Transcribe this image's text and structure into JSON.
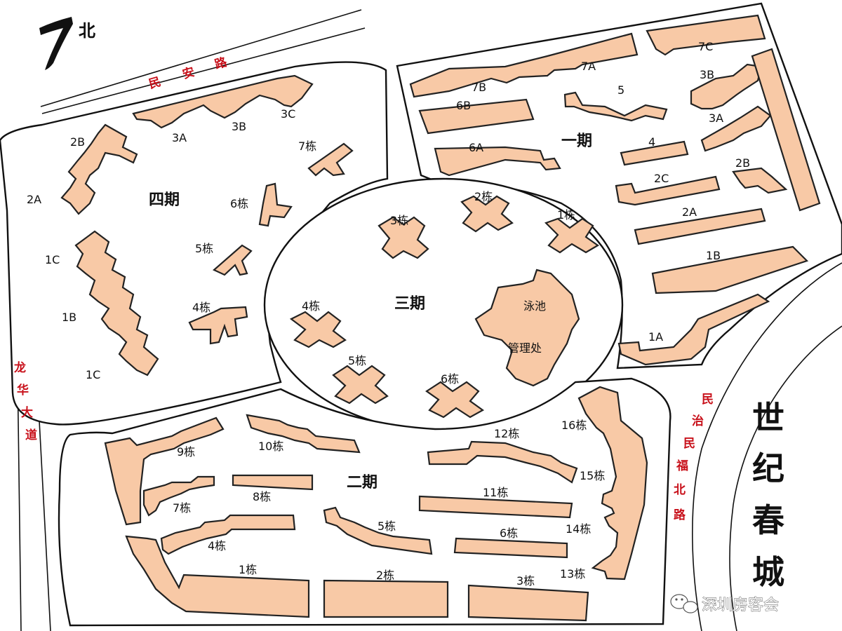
{
  "north_label": "北",
  "roads": {
    "minan": [
      "民",
      "安",
      "路"
    ],
    "longhua": [
      "龙",
      "华",
      "大",
      "道"
    ],
    "minzhi": [
      "民",
      "治",
      "民",
      "福",
      "北",
      "路"
    ]
  },
  "complex_name": [
    "世",
    "纪",
    "春",
    "城"
  ],
  "watermark": "深圳房客会",
  "zones": {
    "phase1": "一期",
    "phase2": "二期",
    "phase3": "三期",
    "phase4": "四期"
  },
  "phase1_buildings": {
    "b7c": "7C",
    "b7a": "7A",
    "b7b": "7B",
    "b6b": "6B",
    "b6a": "6A",
    "b5": "5",
    "b4": "4",
    "b3b": "3B",
    "b3a": "3A",
    "b2b": "2B",
    "b2c": "2C",
    "b2a": "2A",
    "b1b": "1B",
    "b1a": "1A"
  },
  "phase2_buildings": {
    "b9": "9栋",
    "b10": "10栋",
    "b12": "12栋",
    "b16": "16栋",
    "b8": "8栋",
    "b11": "11栋",
    "b15": "15栋",
    "b7": "7栋",
    "b5": "5栋",
    "b14": "14栋",
    "b4": "4栋",
    "b6": "6栋",
    "b1": "1栋",
    "b2": "2栋",
    "b3": "3栋",
    "b13": "13栋"
  },
  "phase3_buildings": {
    "b3": "3栋",
    "b2": "2栋",
    "b1": "1栋",
    "b4": "4栋",
    "b5": "5栋",
    "b6": "6栋",
    "pool": "泳池",
    "office": "管理处"
  },
  "phase4_buildings": {
    "b3c": "3C",
    "b3b": "3B",
    "b3a": "3A",
    "b2b": "2B",
    "b2a": "2A",
    "b7": "7栋",
    "b6": "6栋",
    "b5": "5栋",
    "b4": "4栋",
    "b1c_top": "1C",
    "b1b": "1B",
    "b1c_bottom": "1C"
  },
  "colors": {
    "building_fill": "#f8c9a6",
    "road_label": "#c8101a",
    "outline": "#222222"
  }
}
